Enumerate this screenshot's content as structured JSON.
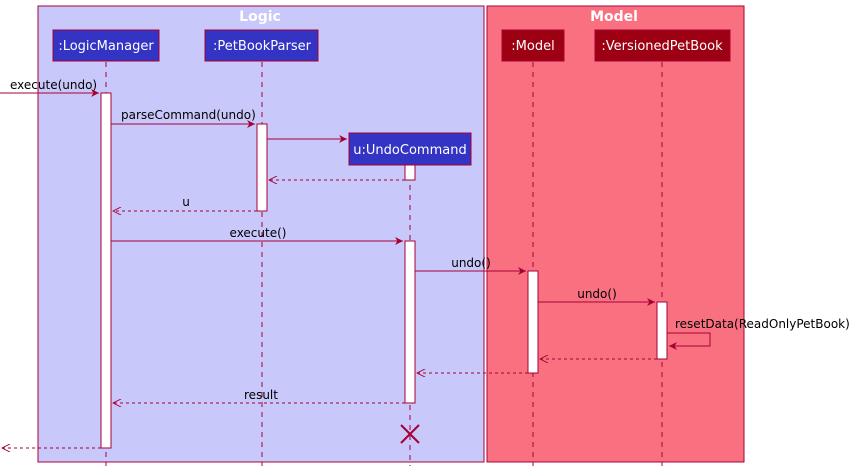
{
  "groups": {
    "logic": {
      "title": "Logic",
      "fill": "#c8c8fa",
      "stroke": "#a80036"
    },
    "model": {
      "title": "Model",
      "fill": "#f97181",
      "stroke": "#a80036"
    }
  },
  "participants": [
    {
      "id": "logic_manager",
      "label": ":LogicManager",
      "fill": "#3333c4"
    },
    {
      "id": "petbook_parser",
      "label": ":PetBookParser",
      "fill": "#3333c4"
    },
    {
      "id": "undo_command",
      "label": "u:UndoCommand",
      "fill": "#3333c4"
    },
    {
      "id": "model",
      "label": ":Model",
      "fill": "#9d0012"
    },
    {
      "id": "versioned_petbook",
      "label": ":VersionedPetBook",
      "fill": "#9d0012"
    }
  ],
  "messages": [
    {
      "id": "execute_undo",
      "label": "execute(undo)",
      "kind": "call"
    },
    {
      "id": "parse_command",
      "label": "parseCommand(undo)",
      "kind": "call"
    },
    {
      "id": "create_undo",
      "label": "",
      "kind": "create"
    },
    {
      "id": "return_parser",
      "label": "",
      "kind": "return"
    },
    {
      "id": "return_u",
      "label": "u",
      "kind": "return"
    },
    {
      "id": "execute",
      "label": "execute()",
      "kind": "call"
    },
    {
      "id": "model_undo",
      "label": "undo()",
      "kind": "call"
    },
    {
      "id": "versioned_undo",
      "label": "undo()",
      "kind": "call"
    },
    {
      "id": "reset_data",
      "label": "resetData(ReadOnlyPetBook)",
      "kind": "self"
    },
    {
      "id": "return_versioned",
      "label": "",
      "kind": "return"
    },
    {
      "id": "return_model",
      "label": "",
      "kind": "return"
    },
    {
      "id": "return_result",
      "label": "result",
      "kind": "return"
    },
    {
      "id": "return_final",
      "label": "",
      "kind": "return"
    }
  ],
  "colors": {
    "arrow": "#a80036",
    "lifeline": "#a80036",
    "activation_fill": "#ffffff"
  }
}
